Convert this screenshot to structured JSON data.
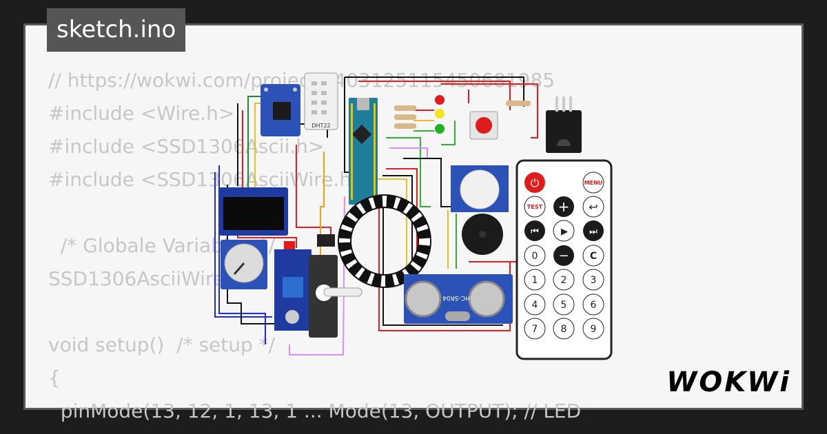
{
  "tab": {
    "title": "sketch.ino"
  },
  "code_lines": [
    "// https://wokwi.com/projects/403125115450681985",
    "#include <Wire.h>",
    "#include <SSD1306Ascii.h>",
    "#include <SSD1306AsciiWire.h>",
    "",
    "  /* Globale Variablen */",
    "SSD1306AsciiWire",
    "",
    "void setup()  /* setup */",
    "{",
    "  pinMode(13, 12, 1, 13, 1 ... Mode(13, OUTPUT); // LED"
  ],
  "components": {
    "dht22_label": "DHT22",
    "ultrasonic_label": "HC-SR04",
    "remote": {
      "power": "⏻",
      "menu": "MENU",
      "test": "TEST",
      "plus": "+",
      "back": "↩",
      "prev": "⏮",
      "play": "▶",
      "next": "⏭",
      "zero": "0",
      "minus": "−",
      "c": "C",
      "digits": [
        "1",
        "2",
        "3",
        "4",
        "5",
        "6",
        "7",
        "8",
        "9"
      ]
    }
  },
  "logo": "WOKWi"
}
